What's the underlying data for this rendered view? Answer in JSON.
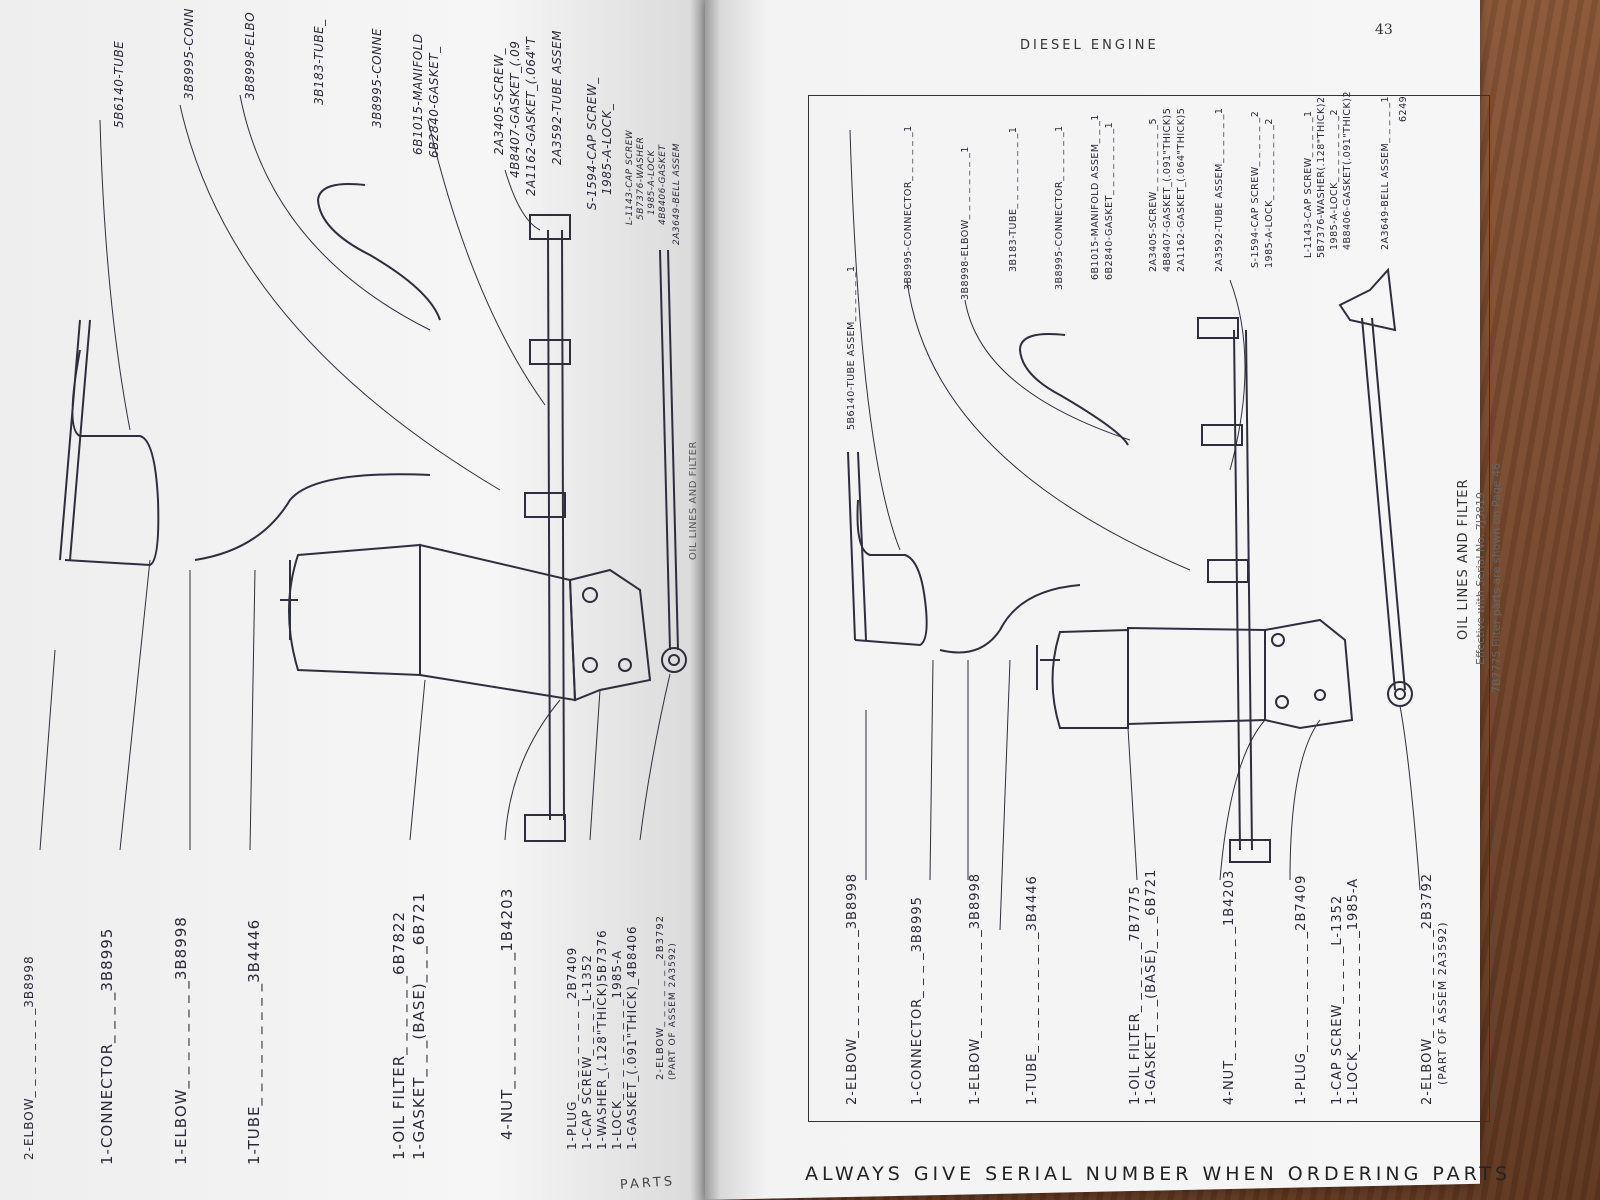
{
  "header": {
    "section_title": "DIESEL ENGINE",
    "page_number": "43"
  },
  "footer": {
    "text": "ALWAYS GIVE SERIAL NUMBER WHEN ORDERING PARTS",
    "left_fragment": "PARTS"
  },
  "caption": {
    "title": "OIL LINES AND FILTER",
    "line1": "Effective with Serial No. 7J3819",
    "line2": "7B7775 Filter parts are shown on Page 46"
  },
  "right_bottom_labels": [
    "2-ELBOW_ _ _ _ _ _ _ _ _3B8998",
    "1-CONNECTOR_ _ _ _3B8995",
    "1-ELBOW_ _ _ _ _ _ _ _ _3B8998",
    "1-TUBE_ _ _ _ _ _ _ _ _ _3B4446",
    "1-OIL FILTER_ _ _ _ _ _7B7775",
    "1-GASKET_ _ _(BASE)_ _ _6B721",
    "4-NUT_ _ _ _ _ _ _ _ _ _ _1B4203",
    "1-PLUG_ _ _ _ _ _ _ _ _ _2B7409",
    "1-CAP SCREW_ _ _ _ _L-1352",
    "1-LOCK_ _ _ _ _ _ _ _ _ _1985-A",
    "2-ELBOW_ _ _ _ _ _ _ _ _2B3792",
    "(PART OF ASSEM 2A3592)"
  ],
  "right_top_labels": [
    "5B6140-TUBE ASSEM_ _ _ _ _ _1",
    "3B8995-CONNECTOR_ _ _ _ _ _1",
    "3B8998-ELBOW_ _ _ _ _ _ _ _1",
    "3B183-TUBE_ _ _ _ _ _ _ _ _1",
    "3B8995-CONNECTOR_ _ _ _ _ _1",
    "6B1015-MANIFOLD ASSEM_ _ _1",
    "6B2840-GASKET_ _ _ _ _ _ _ _1",
    "2A3405-SCREW_ _ _ _ _ _ _ _5",
    "4B8407-GASKET_(.091\"THICK)5",
    "2A1162-GASKET_(.064\"THICK)5",
    "2A3592-TUBE ASSEM_ _ _ _ _ _1",
    "S-1594-CAP SCREW_ _ _ _ _ _2",
    "1985-A-LOCK_ _ _ _ _ _ _ _ _2",
    "L-1143-CAP SCREW_ _ _ _ _1",
    "5B7376-WASHER(.128\"THICK)2",
    "1985-A-LOCK_ _ _ _ _ _ _ _2",
    "4B8406-GASKET(.091\"THICK)2",
    "2A3649-BELL ASSEM_ _ _ _ _1",
    "6249"
  ],
  "left_bottom_labels": [
    "2-ELBOW_ _ _ _ _ _ _ _3B8998",
    "1-CONNECTOR_ _ _ _3B8995",
    "1-ELBOW_ _ _ _ _ _ _ _3B8998",
    "1-TUBE_ _ _ _ _ _ _ _ _3B4446",
    "1-OIL FILTER_ _ _ _ _ _6B7822",
    "1-GASKET_ _ _(BASE)_ _ _6B721",
    "4-NUT_ _ _ _ _ _ _ _ _ _1B4203",
    "1-PLUG_ _ _ _ _ _ _ _ _2B7409",
    "1-CAP SCREW_ _ _ _ _L-1352",
    "1-WASHER_(.128\"THICK)5B7376",
    "1-LOCK_ _ _ _ _ _ _ _ _1985-A",
    "1-GASKET_(.091\"THICK)_4B8406",
    "2-ELBOW_ _ _ _ _ _ _2B3792",
    "(PART OF ASSEM 2A3592)"
  ],
  "left_top_labels": [
    "5B6140-TUBE",
    "3B8995-CONN",
    "3B8998-ELBO",
    "3B183-TUBE_",
    "3B8995-CONNE",
    "6B1015-MANIFOLD",
    "6B2840-GASKET_",
    "2A3405-SCREW_",
    "4B8407-GASKET_(.09",
    "2A1162-GASKET_(.064\"T",
    "2A3592-TUBE ASSEM",
    "S-1594-CAP SCREW_",
    "1985-A-LOCK_",
    "L-1143-CAP SCREW",
    "5B7376-WASHER",
    "1985-A-LOCK",
    "4B8406-GASKET",
    "2A3649-BELL ASSEM",
    "OIL LINES AND FILTER"
  ]
}
